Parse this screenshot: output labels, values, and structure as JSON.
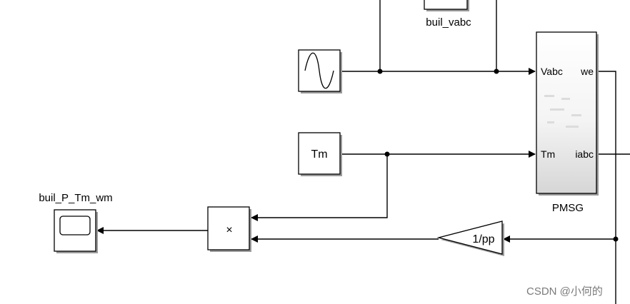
{
  "blocks": {
    "scope_vabc": {
      "label": "buil_vabc"
    },
    "sine_source": {
      "icon": "sine-wave-icon"
    },
    "tm_constant": {
      "text": "Tm"
    },
    "scope_ptmwm": {
      "label": "buil_P_Tm_wm"
    },
    "product": {
      "symbol": "×"
    },
    "gain": {
      "text": "1/pp"
    },
    "pmsg": {
      "label": "PMSG",
      "inputs": [
        "Vabc",
        "Tm"
      ],
      "outputs": [
        "we",
        "iabc"
      ]
    }
  },
  "watermark": "CSDN @小何的"
}
